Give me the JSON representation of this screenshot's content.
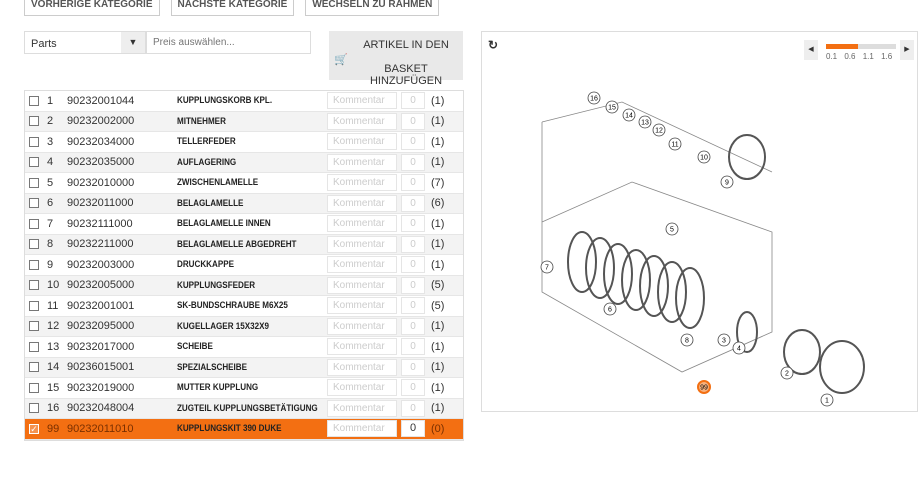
{
  "top_buttons": [
    "VORHERIGE KATEGORIE",
    "NÄCHSTE KATEGORIE",
    "WECHSELN ZU RAHMEN"
  ],
  "filter": {
    "category": "Parts",
    "price_placeholder": "Preis auswählen..."
  },
  "cart_button": {
    "line1": "ARTIKEL IN DEN",
    "line2": "BASKET HINZUFÜGEN"
  },
  "comment_placeholder": "Kommentar",
  "rows": [
    {
      "pos": "1",
      "part": "90232001044",
      "name": "KUPPLUNGSKORB KPL.",
      "qty": "0",
      "count": "(1)",
      "checked": false
    },
    {
      "pos": "2",
      "part": "90232002000",
      "name": "MITNEHMER",
      "qty": "0",
      "count": "(1)",
      "checked": false
    },
    {
      "pos": "3",
      "part": "90232034000",
      "name": "TELLERFEDER",
      "qty": "0",
      "count": "(1)",
      "checked": false
    },
    {
      "pos": "4",
      "part": "90232035000",
      "name": "AUFLAGERING",
      "qty": "0",
      "count": "(1)",
      "checked": false
    },
    {
      "pos": "5",
      "part": "90232010000",
      "name": "ZWISCHENLAMELLE",
      "qty": "0",
      "count": "(7)",
      "checked": false
    },
    {
      "pos": "6",
      "part": "90232011000",
      "name": "BELAGLAMELLE",
      "qty": "0",
      "count": "(6)",
      "checked": false
    },
    {
      "pos": "7",
      "part": "90232111000",
      "name": "BELAGLAMELLE INNEN",
      "qty": "0",
      "count": "(1)",
      "checked": false
    },
    {
      "pos": "8",
      "part": "90232211000",
      "name": "BELAGLAMELLE ABGEDREHT",
      "qty": "0",
      "count": "(1)",
      "checked": false
    },
    {
      "pos": "9",
      "part": "90232003000",
      "name": "DRUCKKAPPE",
      "qty": "0",
      "count": "(1)",
      "checked": false
    },
    {
      "pos": "10",
      "part": "90232005000",
      "name": "KUPPLUNGSFEDER",
      "qty": "0",
      "count": "(5)",
      "checked": false
    },
    {
      "pos": "11",
      "part": "90232001001",
      "name": "SK-BUNDSCHRAUBE M6X25",
      "qty": "0",
      "count": "(5)",
      "checked": false
    },
    {
      "pos": "12",
      "part": "90232095000",
      "name": "KUGELLAGER 15X32X9",
      "qty": "0",
      "count": "(1)",
      "checked": false
    },
    {
      "pos": "13",
      "part": "90232017000",
      "name": "SCHEIBE",
      "qty": "0",
      "count": "(1)",
      "checked": false
    },
    {
      "pos": "14",
      "part": "90236015001",
      "name": "SPEZIALSCHEIBE",
      "qty": "0",
      "count": "(1)",
      "checked": false
    },
    {
      "pos": "15",
      "part": "90232019000",
      "name": "MUTTER KUPPLUNG",
      "qty": "0",
      "count": "(1)",
      "checked": false
    },
    {
      "pos": "16",
      "part": "90232048004",
      "name": "ZUGTEIL KUPPLUNGSBETÄTIGUNG",
      "qty": "0",
      "count": "(1)",
      "checked": false
    },
    {
      "pos": "99",
      "part": "90232011010",
      "name": "KUPPLUNGSKIT 390 DUKE",
      "qty": "0",
      "count": "(0)",
      "checked": true
    }
  ],
  "diagram": {
    "zoom_ticks": [
      "0.1",
      "0.6",
      "1.1",
      "1.6"
    ],
    "zoom_level": 0.45,
    "callouts": [
      "16",
      "15",
      "14",
      "13",
      "12",
      "11",
      "10",
      "9",
      "5",
      "7",
      "6",
      "8",
      "3",
      "4",
      "2",
      "1",
      "99"
    ]
  },
  "colors": {
    "accent": "#f36f12"
  }
}
